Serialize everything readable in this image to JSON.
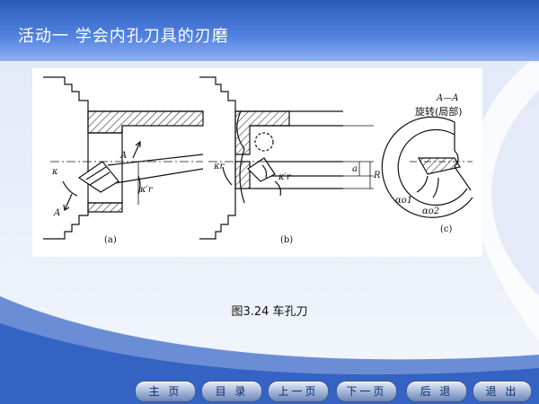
{
  "slide": {
    "title": "活动一  学会内孔刀具的刃磨",
    "caption": "图3.24  车孔刀"
  },
  "figure": {
    "sub_a": "(a)",
    "sub_b": "(b)",
    "sub_c": "(c)",
    "label_kappa_a": "κ",
    "label_kappa_prime_a": "κ′r",
    "label_A_top": "A",
    "label_A_bottom": "A",
    "label_kappa_b": "κr",
    "label_kappa_prime_b": "κ′r",
    "label_a_dim": "a",
    "label_R_dim": "R",
    "label_section": "A—A",
    "label_rotated": "旋转(局部)",
    "label_alpha_o1": "αo1",
    "label_alpha_o2": "αo2"
  },
  "nav": {
    "home": "主 页",
    "contents": "目 录",
    "prev": "上一页",
    "next": "下一页",
    "back": "后 退",
    "exit": "退 出"
  },
  "colors": {
    "title_bar": "#2c5bb8",
    "background": "#e9eef9",
    "nav_text": "#0b2a66"
  }
}
